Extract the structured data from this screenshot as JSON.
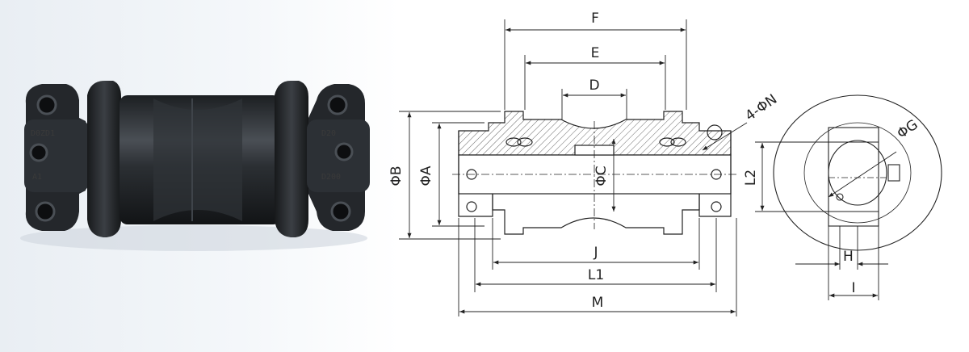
{
  "photo": {
    "markings": [
      "D0ZD1",
      "D200",
      "A1",
      "D20"
    ]
  },
  "dimensions": {
    "F": "F",
    "E": "E",
    "D": "D",
    "N": "4-ΦN",
    "B": "ΦB",
    "A": "ΦA",
    "C": "ΦC",
    "J": "J",
    "L1": "L1",
    "M": "M",
    "L2": "L2",
    "G": "ΦG",
    "H": "H",
    "I": "I"
  },
  "colors": {
    "line": "#222222",
    "roller": "#2a2d31",
    "photo_bg": "#eef2f6"
  }
}
